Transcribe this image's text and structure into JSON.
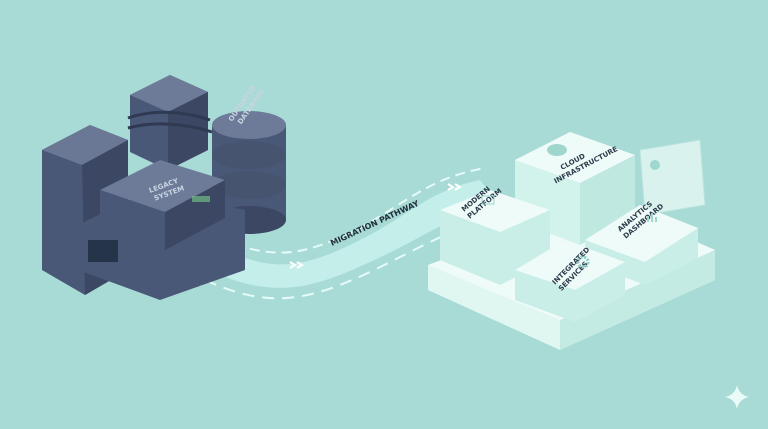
{
  "legacy": {
    "system_label": [
      "LEGACY",
      "SYSTEM"
    ],
    "database_label": [
      "OUTDATED",
      "DATABASE"
    ]
  },
  "pathway": {
    "label": "MIGRATION PATHWAY"
  },
  "modern": {
    "cloud_label": [
      "CLOUD",
      "INFRASTRUCTURE"
    ],
    "platform_label": [
      "MODERN",
      "PLATFORM"
    ],
    "analytics_label": [
      "ANALYTICS",
      "DASHBOARD"
    ],
    "services_label": [
      "INTEGRATED",
      "SERVICES"
    ]
  },
  "colors": {
    "background": "#a8dbd5",
    "legacy": "#4a5878",
    "modern": "#dff6f1",
    "pathway": "#c8f1ec"
  }
}
